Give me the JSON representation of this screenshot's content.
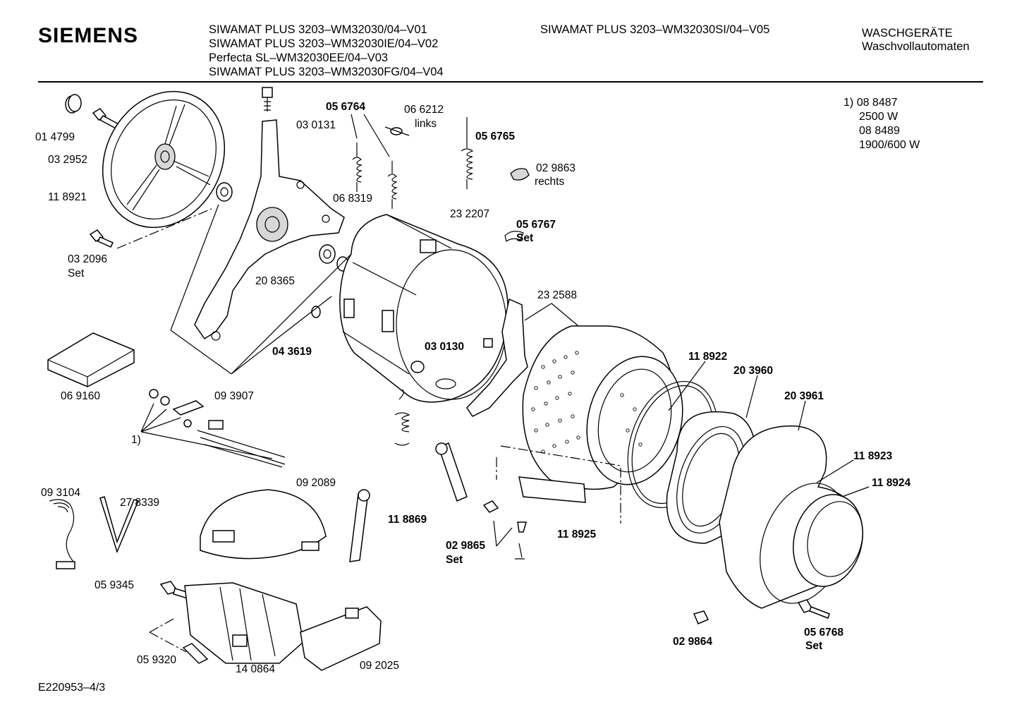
{
  "brand": "SIEMENS",
  "header": {
    "models_left": [
      "SIWAMAT PLUS 3203–WM32030/04–V01",
      "SIWAMAT PLUS 3203–WM32030IE/04–V02",
      "Perfecta SL–WM32030EE/04–V03",
      "SIWAMAT PLUS 3203–WM32030FG/04–V04"
    ],
    "model_right": "SIWAMAT PLUS 3203–WM32030SI/04–V05",
    "category": "WASCHGERÄTE",
    "subcategory": "Waschvollautomaten"
  },
  "footnote": {
    "marker": "1)",
    "lines": [
      "08 8487",
      "2500 W",
      "08 8489",
      "1900/600 W"
    ]
  },
  "document_id": "E220953–4/3",
  "parts": {
    "p014799": "01 4799",
    "p032952": "03 2952",
    "p118921": "11 8921",
    "p032096": "03 2096",
    "set_a": "Set",
    "p030131": "03 0131",
    "p056764": "05 6764",
    "p066212": "06 6212",
    "links": "links",
    "p056765": "05 6765",
    "p029863": "02 9863",
    "rechts": "rechts",
    "p068319": "06 8319",
    "p232207": "23 2207",
    "p056767": "05 6767",
    "set_b": "Set",
    "p208365": "20 8365",
    "p232588": "23 2588",
    "p043619": "04 3619",
    "p030130": "03 0130",
    "p118922": "11 8922",
    "p203960": "20 3960",
    "p069160": "06 9160",
    "p093907": "09 3907",
    "p203961": "20 3961",
    "fn_marker": "1)",
    "p118923": "11 8923",
    "p118924": "11 8924",
    "p092089": "09 2089",
    "p093104": "09 3104",
    "p278339": "27 8339",
    "p118869": "11 8869",
    "p118925": "11 8925",
    "p029865": "02 9865",
    "set_c": "Set",
    "p059345": "05 9345",
    "p059320": "05 9320",
    "p140864": "14 0864",
    "p092025": "09 2025",
    "p029864": "02 9864",
    "p056768": "05 6768",
    "set_d": "Set"
  }
}
